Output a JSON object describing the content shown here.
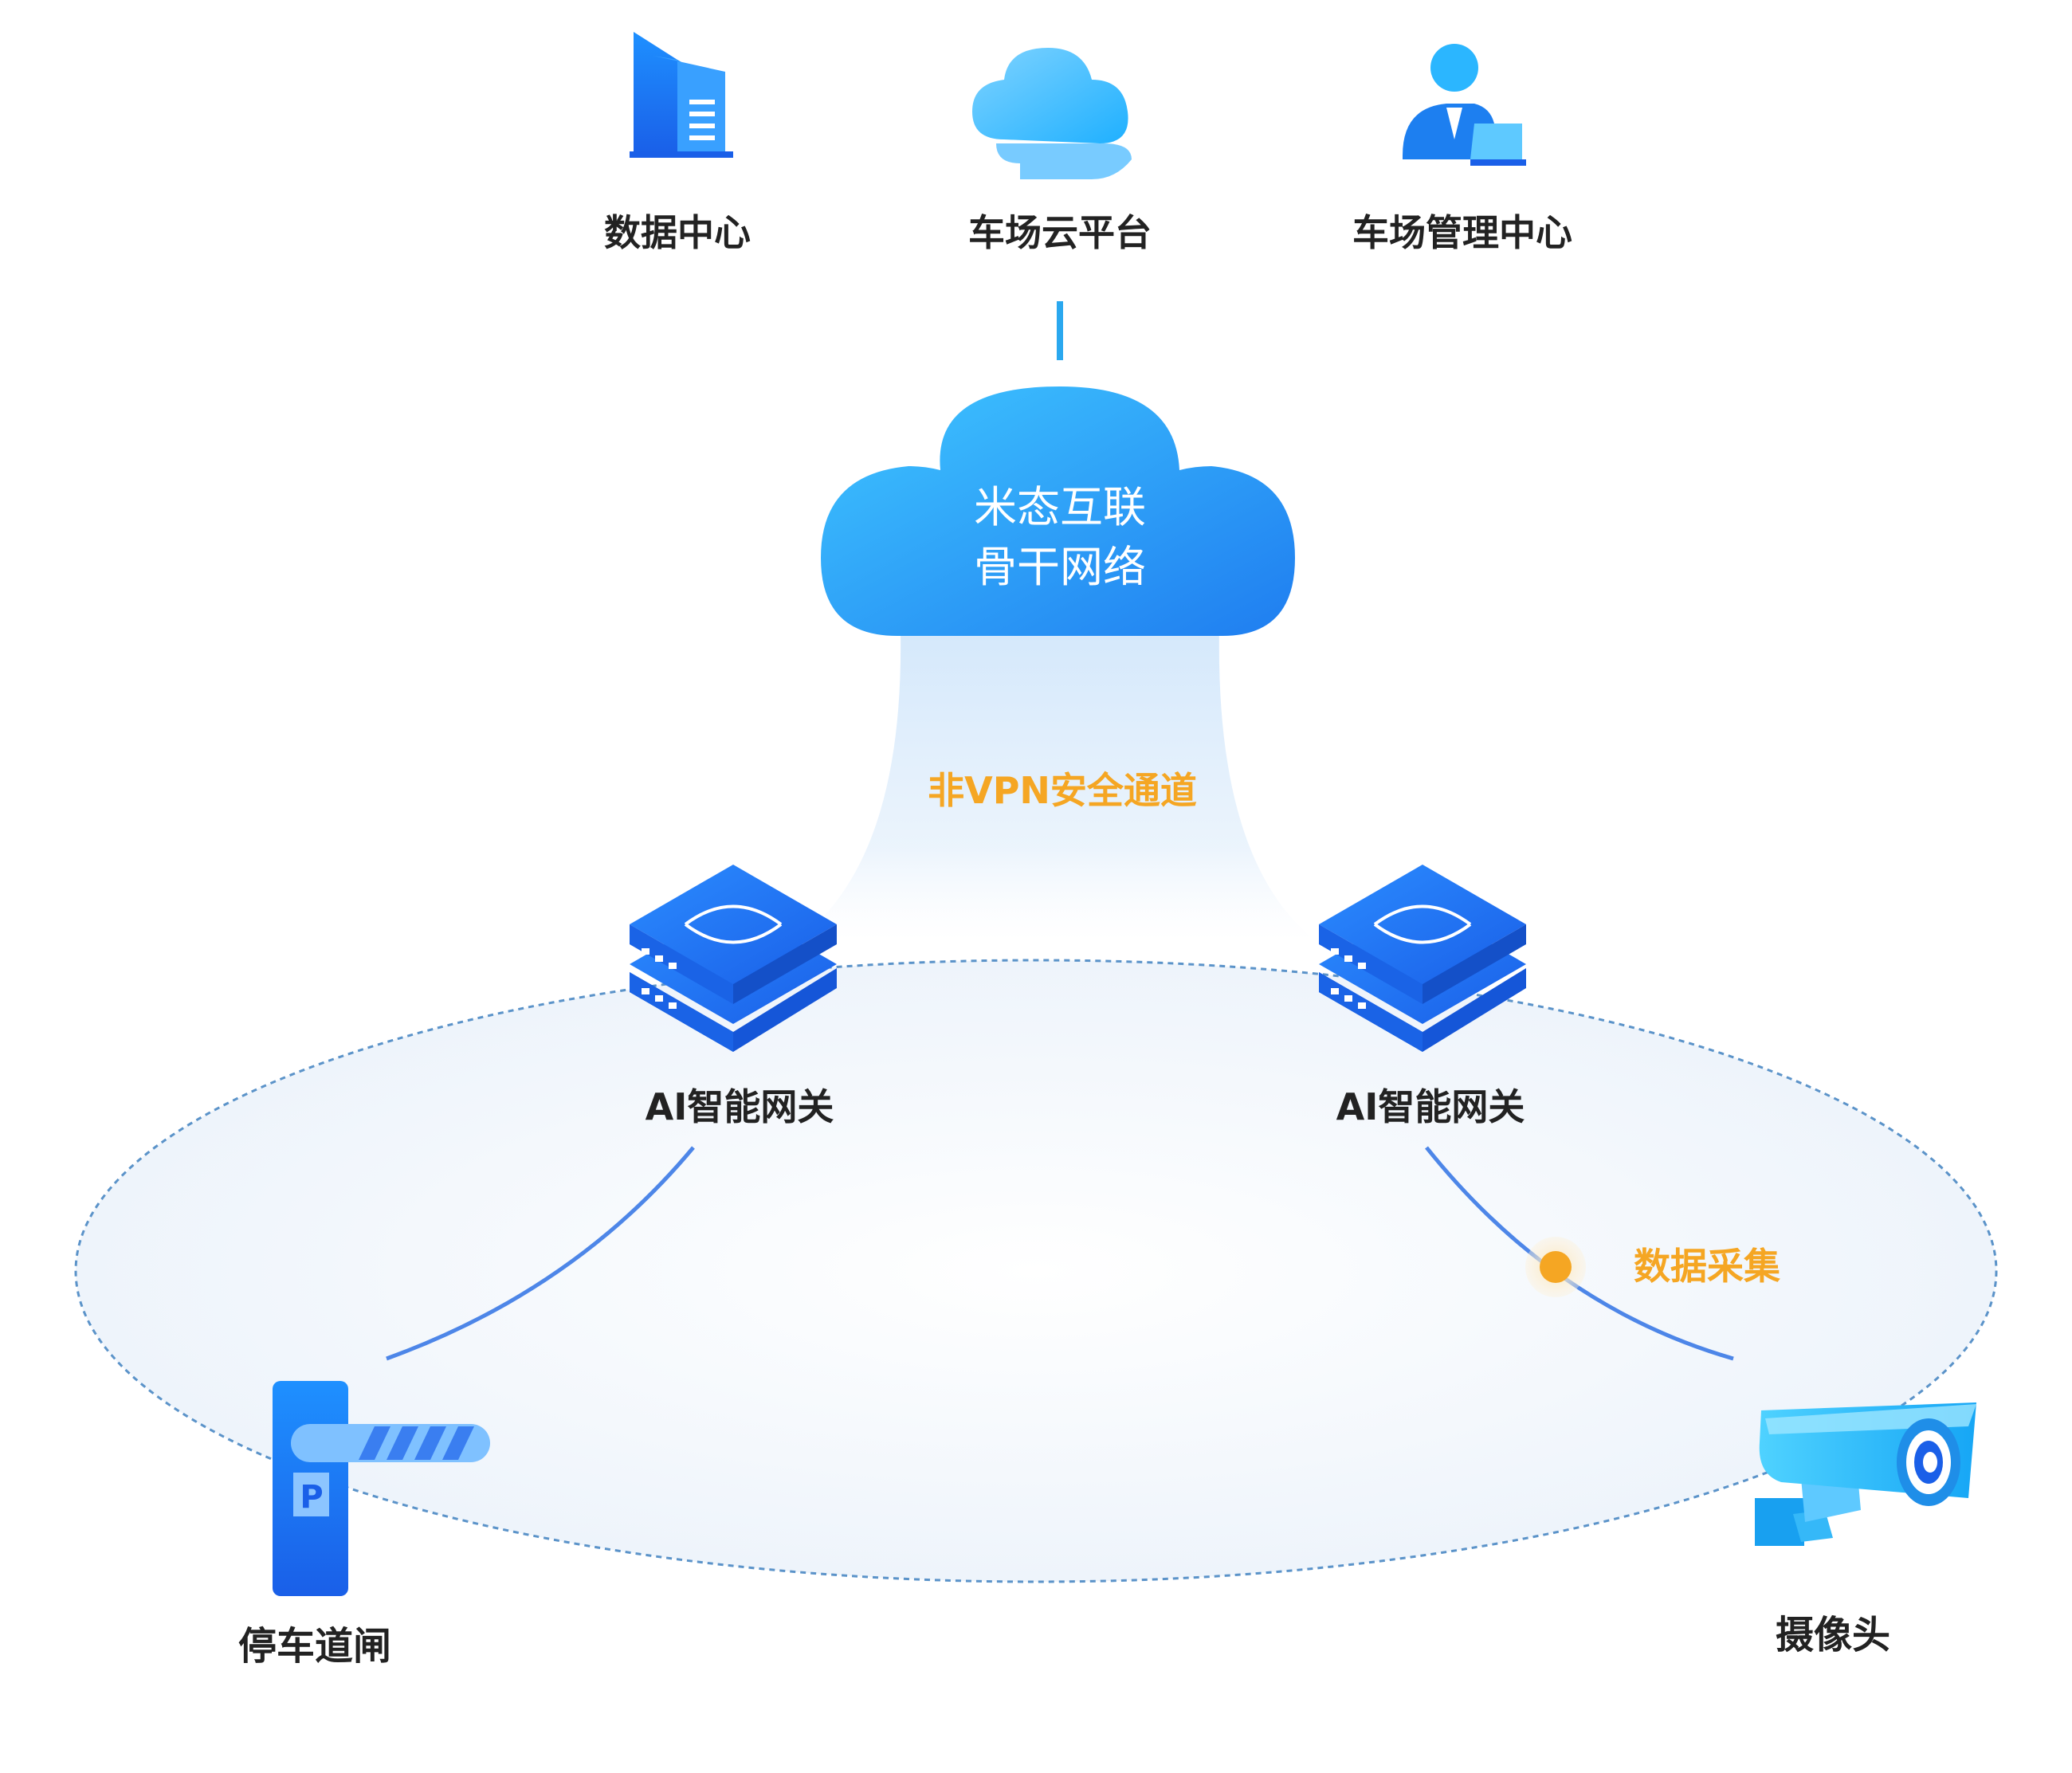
{
  "top_nodes": [
    {
      "label": "数据中心",
      "icon": "building-icon"
    },
    {
      "label": "车场云平台",
      "icon": "cloud-icon"
    },
    {
      "label": "车场管理中心",
      "icon": "user-computer-icon"
    }
  ],
  "backbone": {
    "line1": "米态互联",
    "line2": "骨干网络"
  },
  "channel_label": "非VPN安全通道",
  "gateways": [
    {
      "label": "AI智能网关",
      "icon": "switch-icon"
    },
    {
      "label": "AI智能网关",
      "icon": "switch-icon"
    }
  ],
  "data_collect_label": "数据采集",
  "devices": [
    {
      "label": "停车道闸",
      "icon": "barrier-gate-icon"
    },
    {
      "label": "摄像头",
      "icon": "camera-icon"
    }
  ],
  "colors": {
    "primary_blue": "#1a73f0",
    "light_blue": "#4cc4ff",
    "orange": "#f5a623",
    "text_dark": "#222222"
  }
}
